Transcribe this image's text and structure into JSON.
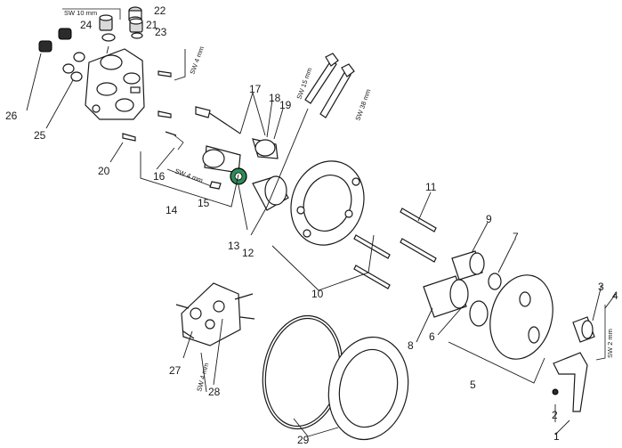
{
  "part_numbers": [
    "1",
    "2",
    "3",
    "4",
    "5",
    "6",
    "7",
    "8",
    "9",
    "10",
    "11",
    "12",
    "13",
    "14",
    "15",
    "16",
    "17",
    "18",
    "19",
    "20",
    "21",
    "22",
    "23",
    "24",
    "25",
    "26",
    "27",
    "28",
    "29"
  ],
  "tool_labels": {
    "sw10": "SW 10 mm",
    "sw4_top": "SW 4 mm",
    "sw15": "SW 15 mm",
    "sw38": "SW 38 mm",
    "sw4_mid": "SW 4 mm",
    "sw2": "SW 2 mm",
    "sw4_bottom": "SW 4 mm"
  },
  "colors": {
    "line": "#1a1a1a",
    "accent_green": "#2e8b57",
    "accent_blue": "#3a6fd8"
  }
}
